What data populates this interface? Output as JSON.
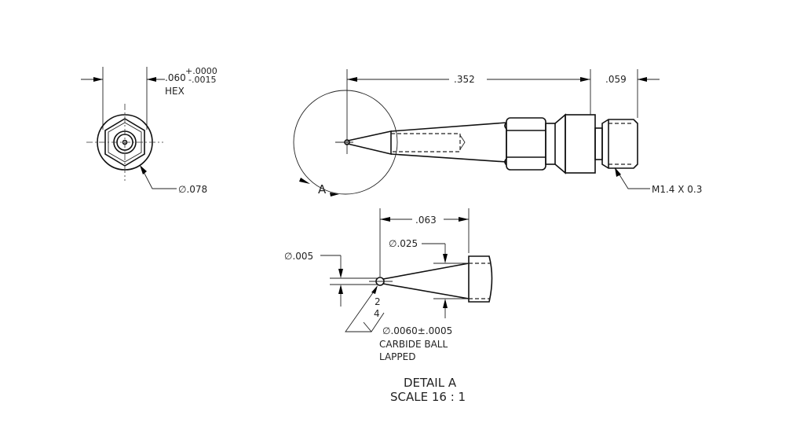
{
  "end_view": {
    "hex_dim_value": ".060",
    "hex_tol_plus": "+.0000",
    "hex_tol_minus": "-.0015",
    "hex_label": "HEX",
    "diameter_label": "∅.078"
  },
  "side_view": {
    "overall_length": ".352",
    "thread_length": ".059",
    "thread_callout": "M1.4 X 0.3",
    "detail_marker": "A"
  },
  "detail_view": {
    "length_dim": ".063",
    "dia_025": "∅.025",
    "dia_005": "∅.005",
    "surface_finish_top": "2",
    "surface_finish_bottom": "4",
    "ball_spec": "∅.0060±.0005",
    "ball_material": "CARBIDE BALL",
    "ball_finish": "LAPPED",
    "title": "DETAIL A",
    "scale": "SCALE 16 : 1"
  }
}
